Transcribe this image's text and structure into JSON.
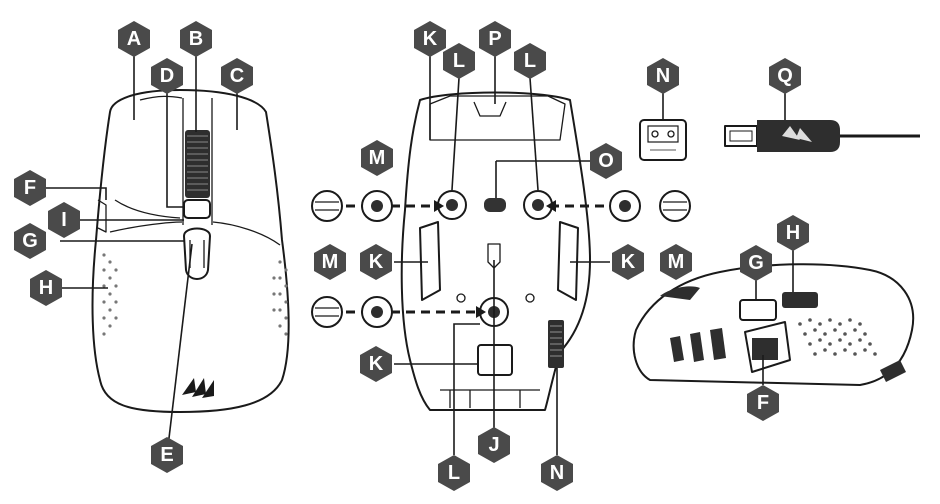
{
  "colors": {
    "marker": "#4a4a4a",
    "line": "#1a1a1a",
    "background": "#ffffff"
  },
  "labels": {
    "top_view": {
      "A": "A",
      "B": "B",
      "C": "C",
      "D": "D",
      "E": "E",
      "F": "F",
      "G": "G",
      "H": "H",
      "I": "I"
    },
    "bottom_view": {
      "K1": "K",
      "K2": "K",
      "K3": "K",
      "K4": "K",
      "L1": "L",
      "L2": "L",
      "L3": "L",
      "M1": "M",
      "M2": "M",
      "M3": "M",
      "J": "J",
      "N": "N",
      "O": "O",
      "P": "P"
    },
    "accessories": {
      "N": "N",
      "Q": "Q"
    },
    "side_view": {
      "G": "G",
      "H": "H",
      "F": "F"
    }
  },
  "icons": [
    "corsair-sail-logo-icon",
    "usb-dongle-icon",
    "usb-cable-icon",
    "mouse-glide-pad-icon"
  ]
}
